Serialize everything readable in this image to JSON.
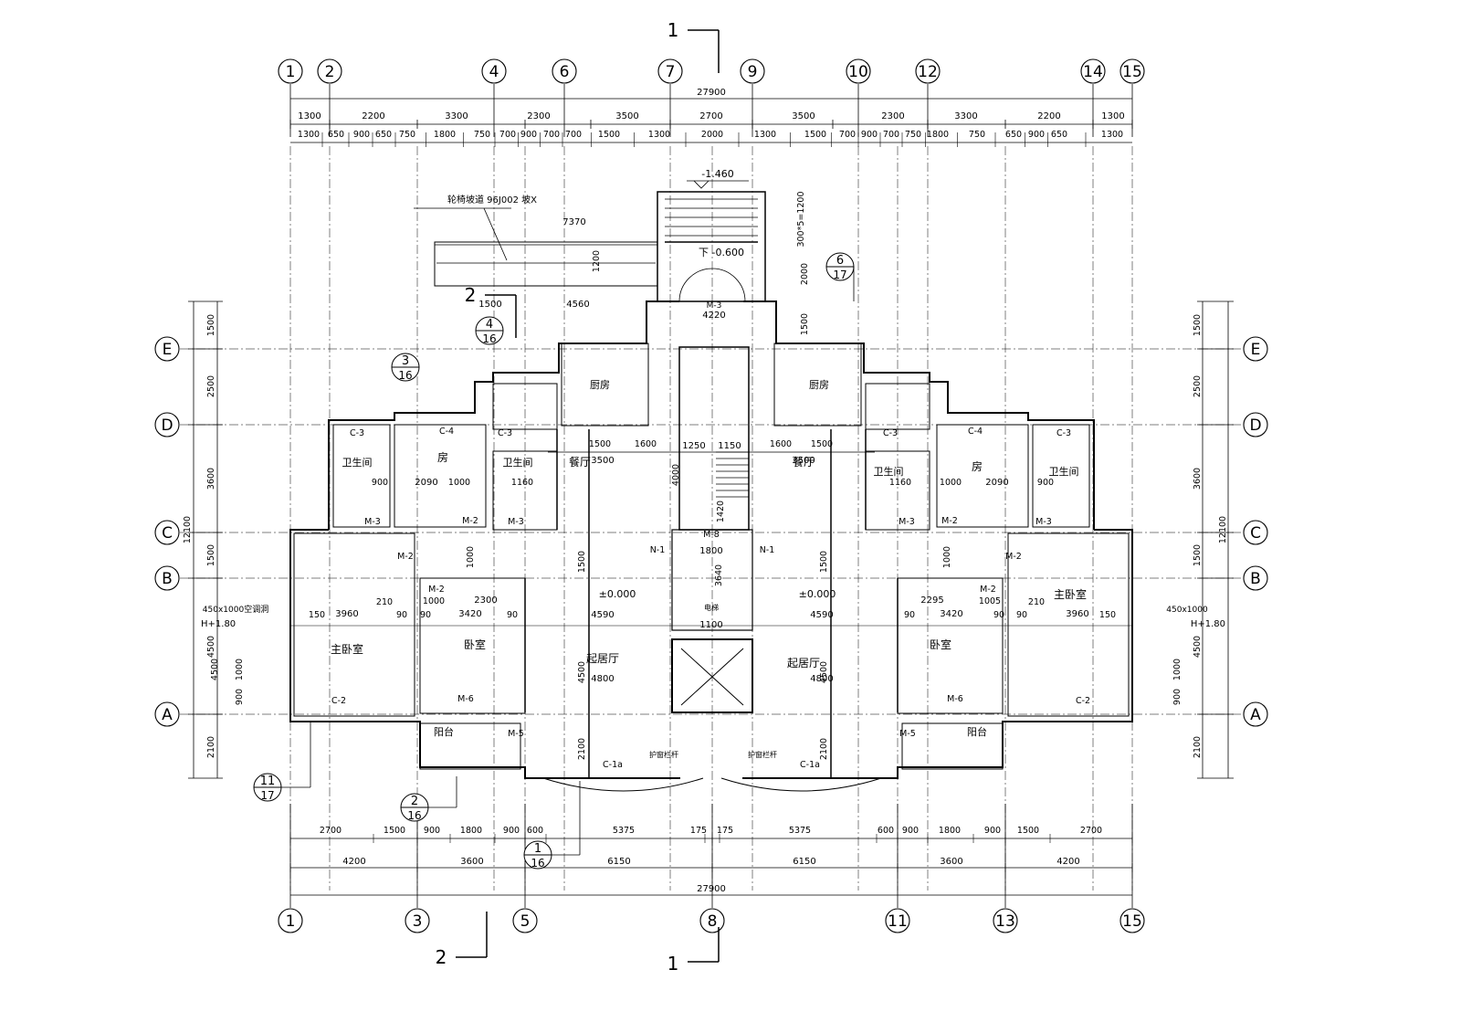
{
  "top_axes": [
    "1",
    "2",
    "4",
    "6",
    "7",
    "9",
    "10",
    "12",
    "14",
    "15"
  ],
  "bottom_axes": [
    "1",
    "3",
    "5",
    "8",
    "11",
    "13",
    "15"
  ],
  "row_axes": [
    "E",
    "D",
    "C",
    "B",
    "A"
  ],
  "overall_width": "27900",
  "top_dims_row1": [
    "1300",
    "2200",
    "3300",
    "2300",
    "3500",
    "2700",
    "3500",
    "2300",
    "3300",
    "2200",
    "1300"
  ],
  "top_dims_row2": [
    "1300",
    "650",
    "900",
    "650",
    "750",
    "1800",
    "750",
    "700",
    "900",
    "700",
    "700",
    "1500",
    "1300",
    "2000",
    "1300",
    "1500",
    "700",
    "900",
    "700",
    "750",
    "1800",
    "750",
    "650",
    "900",
    "650",
    "1300"
  ],
  "bottom_dims_row1": [
    "2700",
    "1500",
    "900",
    "1800",
    "900",
    "600",
    "5375",
    "175",
    "175",
    "5375",
    "600",
    "900",
    "1800",
    "900",
    "1500",
    "2700"
  ],
  "bottom_dims_row2": [
    "4200",
    "3600",
    "6150",
    "6150",
    "3600",
    "4200"
  ],
  "left_dims_outer": [
    "1500",
    "2500",
    "3600",
    "12100",
    "1500",
    "4500",
    "2100"
  ],
  "right_dims_outer": [
    "1500",
    "2500",
    "3600",
    "12100",
    "1500",
    "4500",
    "2100"
  ],
  "section_marks": {
    "s1_top": "1",
    "s1_bottom": "1",
    "s2_top": "2",
    "s2_bottom": "2"
  },
  "detail_callouts": [
    {
      "num": "6",
      "sheet": "17"
    },
    {
      "num": "4",
      "sheet": "16"
    },
    {
      "num": "3",
      "sheet": "16"
    },
    {
      "num": "11",
      "sheet": "17"
    },
    {
      "num": "2",
      "sheet": "16"
    },
    {
      "num": "1",
      "sheet": "16"
    }
  ],
  "entrance": {
    "elevation": "-1.460",
    "stair_note": "下 -0.600",
    "ramp_ref": "轮椅坡道 96J002 坡X",
    "ramp_len": "7370",
    "ramp_width": "1200",
    "stair_steps": "300*5=1200",
    "porch_depth": "2000",
    "porch_dim": "4560",
    "porch_left": "1500",
    "door": "M-3",
    "door_width": "4220"
  },
  "rooms": {
    "kitchen": "厨房",
    "bath": "卫生间",
    "dining": "餐厅",
    "living": "起居厅",
    "master": "主卧室",
    "bedroom": "卧室",
    "room": "房",
    "balcony": "阳台"
  },
  "levels": {
    "left": "±0.000",
    "right": "±0.000"
  },
  "left_unit": {
    "window_note": "450x1000空调洞",
    "sill": "H+1.80",
    "living_w": "4590",
    "living_w2": "4800",
    "dining_w": "3500",
    "master_w": "3960",
    "bed_w": "3420",
    "bed2_w": "2300",
    "room_w": "2090",
    "doors": [
      "M-2",
      "M-3",
      "M-5",
      "M-6",
      "C-2",
      "C-3",
      "C-4",
      "C-1a",
      "N-1"
    ]
  },
  "right_unit": {
    "window_note": "450x1000",
    "sill": "H+1.80",
    "living_w": "4590",
    "living_w2": "4800",
    "dining_w": "3500",
    "master_w": "3960",
    "bed_w": "3420",
    "bed2_w": "2295",
    "room_w": "2090"
  },
  "core": {
    "stair_w": "1800",
    "lift_note": "电梯",
    "dims": [
      "3640",
      "1100",
      "1420",
      "1250",
      "1150"
    ],
    "labels": [
      "M-8",
      "N-1"
    ],
    "rails": "护窗栏杆"
  }
}
